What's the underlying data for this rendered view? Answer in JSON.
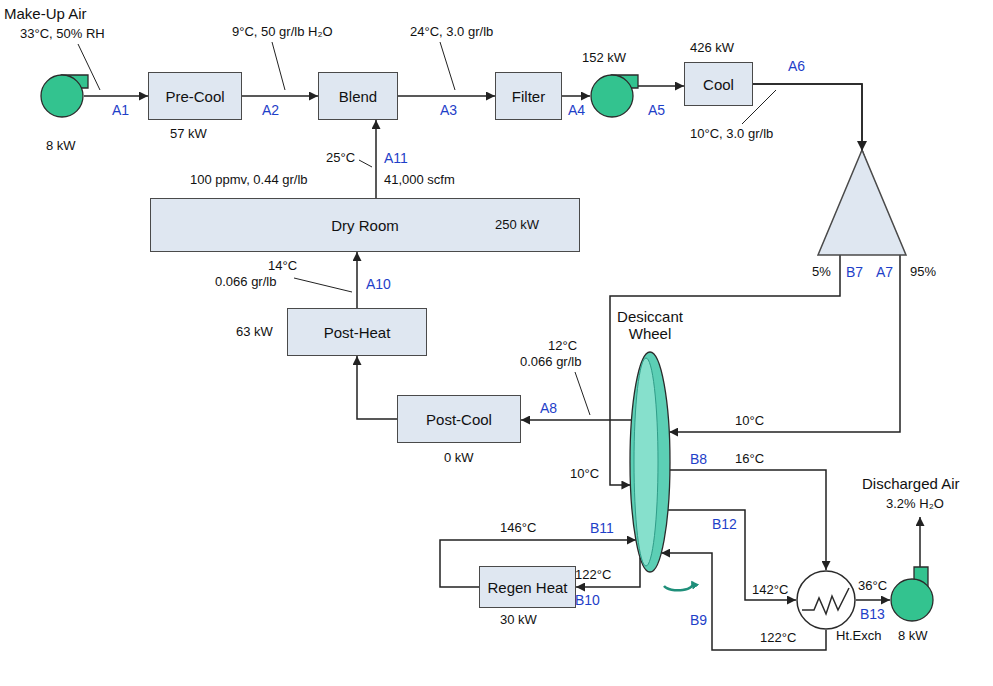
{
  "diagram": {
    "nodes": [
      {
        "text": [
          "8 kW"
        ]
      },
      {
        "text": [
          "Pre-Cool"
        ]
      },
      {
        "text": [
          "Blend"
        ]
      },
      {
        "text": [
          "Filter"
        ]
      },
      {
        "text": [
          "152 kW"
        ]
      },
      {
        "text": [
          "Cool"
        ]
      },
      {
        "text": [
          "Dry Room",
          "250 kW"
        ]
      },
      {
        "text": [
          "Post-Heat"
        ]
      },
      {
        "text": [
          "Post-Cool"
        ]
      },
      {
        "text": [
          "Desiccant Wheel"
        ]
      },
      {
        "text": [
          "Regen Heat"
        ]
      },
      {
        "text": [
          "Ht.Exch"
        ]
      },
      {
        "text": [
          "8 kW"
        ]
      }
    ],
    "edges": [
      {
        "from": 0,
        "to": 1,
        "arrow": "to"
      },
      {
        "from": 1,
        "to": 2,
        "arrow": "to"
      },
      {
        "from": 2,
        "to": 3,
        "arrow": "to"
      },
      {
        "from": 3,
        "to": 4,
        "arrow": "to"
      },
      {
        "from": 4,
        "to": 5,
        "arrow": "to"
      },
      {
        "from": 5,
        "to": 9,
        "arrow": "to"
      },
      {
        "from": 5,
        "to": 9,
        "arrow": "to"
      },
      {
        "from": 9,
        "to": 8,
        "arrow": "to"
      },
      {
        "from": 8,
        "to": 7,
        "arrow": "to"
      },
      {
        "from": 7,
        "to": 6,
        "arrow": "to"
      },
      {
        "from": 6,
        "to": 2,
        "arrow": "to"
      },
      {
        "from": 9,
        "to": 11,
        "arrow": "to"
      },
      {
        "from": 9,
        "to": 11,
        "arrow": "to"
      },
      {
        "from": 11,
        "to": 12,
        "arrow": "to"
      },
      {
        "from": 11,
        "to": 9,
        "arrow": "to"
      },
      {
        "from": 9,
        "to": 10,
        "arrow": "to"
      },
      {
        "from": 10,
        "to": 9,
        "arrow": "to"
      }
    ],
    "labels": [
      "Make-Up Air",
      "33°C, 50% RH",
      "A1",
      "57 kW",
      "9°C, 50 gr/lb H₂O",
      "A2",
      "24°C, 3.0 gr/lb",
      "A3",
      "A4",
      "A5",
      "426 kW",
      "A6",
      "10°C, 3.0 gr/lb",
      "25°C",
      "A11",
      "100 ppmv, 0.44 gr/lb",
      "41,000 scfm",
      "14°C",
      "0.066 gr/lb",
      "A10",
      "63 kW",
      "12°C",
      "0.066 gr/lb",
      "A8",
      "0 kW",
      "5%",
      "B7",
      "A7",
      "95%",
      "10°C",
      "10°C",
      "B8",
      "16°C",
      "Discharged Air",
      "3.2% H₂O",
      "146°C",
      "B11",
      "122°C",
      "B10",
      "30 kW",
      "B12",
      "142°C",
      "36°C",
      "B13",
      "B9",
      "122°C"
    ]
  }
}
